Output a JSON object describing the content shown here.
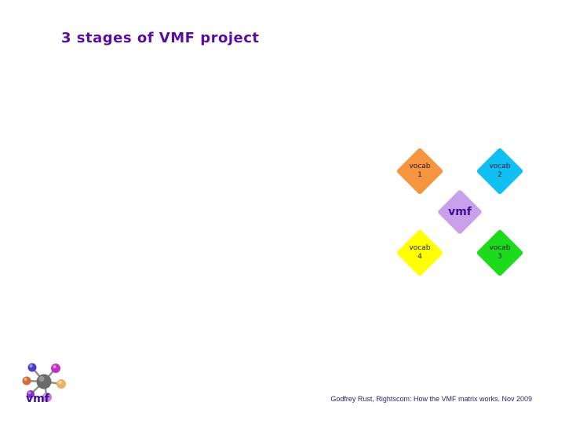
{
  "slide": {
    "title": "3 stages of VMF project",
    "footer_credit": "Godfrey Rust, Rightscom: How the VMF matrix works. Nov 2009"
  },
  "diagram": {
    "center_node": {
      "label": "vmf",
      "color": "#c9a0ea"
    },
    "vocab_nodes": [
      {
        "name": "vocab",
        "number": "1",
        "color": "#f6953f",
        "position": "top-left"
      },
      {
        "name": "vocab",
        "number": "2",
        "color": "#10c0f2",
        "position": "top-right"
      },
      {
        "name": "vocab",
        "number": "3",
        "color": "#1bdb1b",
        "position": "bottom-right"
      },
      {
        "name": "vocab",
        "number": "4",
        "color": "#ffff00",
        "position": "bottom-left"
      }
    ]
  },
  "logo": {
    "icon": "vmf-molecule-icon",
    "label": "vmf",
    "sphere_colors": [
      "#4a3fc6",
      "#c32fc3",
      "#cf6d38",
      "#e9b264",
      "#8c2fc0",
      "#c77fd6"
    ],
    "hub_color": "#6b6b6b"
  },
  "colors": {
    "title_text": "#5a0da1",
    "footer_text": "#2e1b66",
    "node_label_text": "#251538",
    "center_label_text": "#3c0d96",
    "background": "#ffffff"
  }
}
